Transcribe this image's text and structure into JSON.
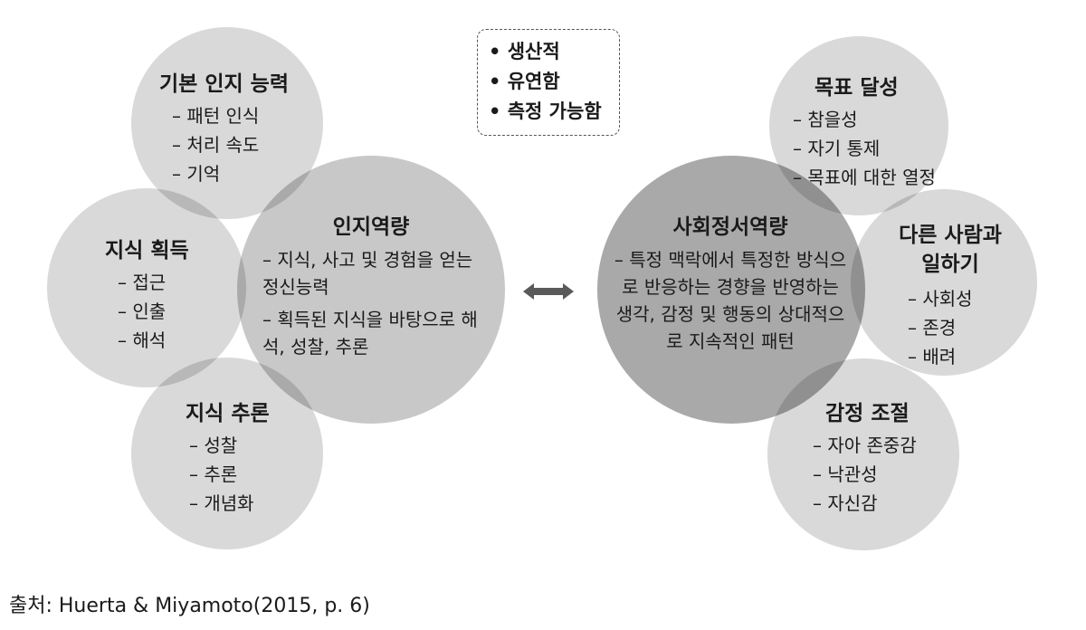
{
  "properties_box": {
    "items": [
      "생산적",
      "유연함",
      "측정 가능함"
    ]
  },
  "left": {
    "basic": {
      "title": "기본 인지 능력",
      "items": [
        "패턴 인식",
        "처리 속도",
        "기억"
      ]
    },
    "acquisition": {
      "title": "지식 획득",
      "items": [
        "접근",
        "인출",
        "해석"
      ]
    },
    "reasoning": {
      "title": "지식 추론",
      "items": [
        "성찰",
        "추론",
        "개념화"
      ]
    },
    "center": {
      "title": "인지역량",
      "items": [
        "– 지식, 사고 및 경험을 얻는 정신능력",
        "– 획득된 지식을 바탕으로 해석, 성찰, 추론"
      ]
    }
  },
  "right": {
    "goal": {
      "title": "목표 달성",
      "items": [
        "참을성",
        "자기 통제",
        "목표에 대한 열정"
      ]
    },
    "working": {
      "title": "다른 사람과 일하기",
      "items": [
        "사회성",
        "존경",
        "배려"
      ]
    },
    "emotion": {
      "title": "감정 조절",
      "items": [
        "자아 존중감",
        "낙관성",
        "자신감"
      ]
    },
    "center": {
      "title": "사회정서역량",
      "items": [
        "– 특정 맥락에서 특정한 방식으로 반응하는 경향을 반영하는 생각, 감정 및 행동의 상대적으로 지속적인 패턴"
      ]
    }
  },
  "source": "출처: Huerta & Miyamoto(2015, p. 6)"
}
